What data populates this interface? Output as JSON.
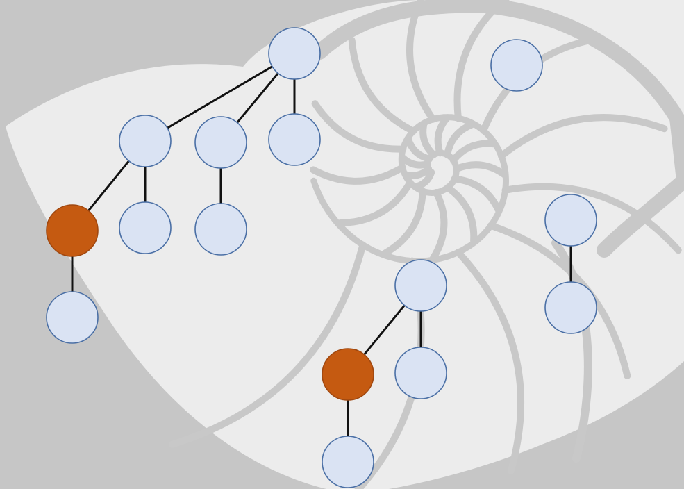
{
  "colors": {
    "background": "#c6c6c6",
    "shell_fill": "#ececec",
    "shell_lines": "#c8c8c8",
    "node_fill": "#dae3f3",
    "node_stroke": "#4a6fa5",
    "highlight_fill": "#c55a11",
    "highlight_stroke": "#a04810",
    "edge": "#111111"
  },
  "background_icon": "nautilus-shell-icon",
  "graph": {
    "trees": [
      {
        "id": "tree-a",
        "nodes": [
          {
            "id": "a-root",
            "highlight": false
          },
          {
            "id": "a-child-1",
            "highlight": false
          },
          {
            "id": "a-child-2",
            "highlight": false
          },
          {
            "id": "a-child-3",
            "highlight": false
          },
          {
            "id": "a-grandchild-1",
            "highlight": true
          },
          {
            "id": "a-grandchild-2",
            "highlight": false
          },
          {
            "id": "a-grandchild-3",
            "highlight": false
          },
          {
            "id": "a-great-grandchild-1",
            "highlight": false
          }
        ],
        "edges": [
          [
            "a-root",
            "a-child-1"
          ],
          [
            "a-root",
            "a-child-2"
          ],
          [
            "a-root",
            "a-child-3"
          ],
          [
            "a-child-1",
            "a-grandchild-1"
          ],
          [
            "a-child-1",
            "a-grandchild-2"
          ],
          [
            "a-child-2",
            "a-grandchild-3"
          ],
          [
            "a-grandchild-1",
            "a-great-grandchild-1"
          ]
        ]
      },
      {
        "id": "tree-b",
        "nodes": [
          {
            "id": "b-root",
            "highlight": false
          }
        ],
        "edges": []
      },
      {
        "id": "tree-c",
        "nodes": [
          {
            "id": "c-root",
            "highlight": false
          },
          {
            "id": "c-child-1",
            "highlight": false
          }
        ],
        "edges": [
          [
            "c-root",
            "c-child-1"
          ]
        ]
      },
      {
        "id": "tree-d",
        "nodes": [
          {
            "id": "d-root",
            "highlight": false
          },
          {
            "id": "d-child-1",
            "highlight": true
          },
          {
            "id": "d-child-2",
            "highlight": false
          },
          {
            "id": "d-grandchild-1",
            "highlight": false
          }
        ],
        "edges": [
          [
            "d-root",
            "d-child-1"
          ],
          [
            "d-root",
            "d-child-2"
          ],
          [
            "d-child-1",
            "d-grandchild-1"
          ]
        ]
      }
    ]
  }
}
